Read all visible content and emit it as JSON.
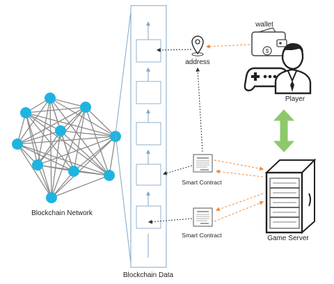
{
  "labels": {
    "blockchain_network": "Blockchain Network",
    "blockchain_data": "Blockchain Data",
    "address": "address",
    "wallet": "wallet",
    "player": "Player",
    "smart_contract_1": "Smart Contract",
    "smart_contract_2": "Smart Contract",
    "game_server": "Game Server"
  },
  "icons": {
    "location_pin": "map-pin-icon",
    "wallet": "wallet-icon",
    "gamepad": "gamepad-icon",
    "player": "person-icon",
    "contract": "document-icon",
    "server": "server-rack-icon"
  },
  "colors": {
    "node": "#1fb4e0",
    "node_edge": "#8a8a8a",
    "chain_frame": "#7fa6c8",
    "chain_arrow": "#7fa6c8",
    "orange_dash": "#f08a3c",
    "black_dash": "#333333",
    "sync_arrow": "#8dc96a"
  }
}
